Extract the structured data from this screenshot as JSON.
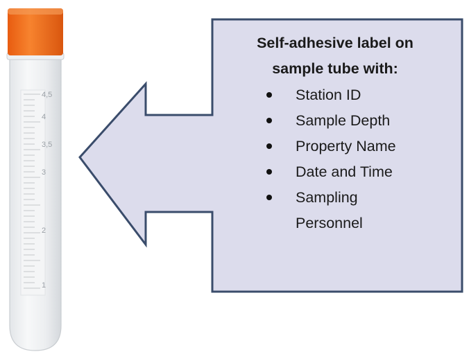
{
  "callout": {
    "title_line1": "Self-adhesive label on",
    "title_line2": "sample tube with:",
    "items": [
      "Station ID",
      "Sample Depth",
      "Property Name",
      "Date and Time",
      "Sampling",
      "Personnel"
    ]
  },
  "tube": {
    "cap_color": "#f26b1d",
    "scale_labels": [
      "4,5",
      "4",
      "3,5",
      "3",
      "2",
      "1"
    ]
  },
  "colors": {
    "callout_fill": "#dcdcec",
    "callout_border": "#3a4c6b"
  }
}
